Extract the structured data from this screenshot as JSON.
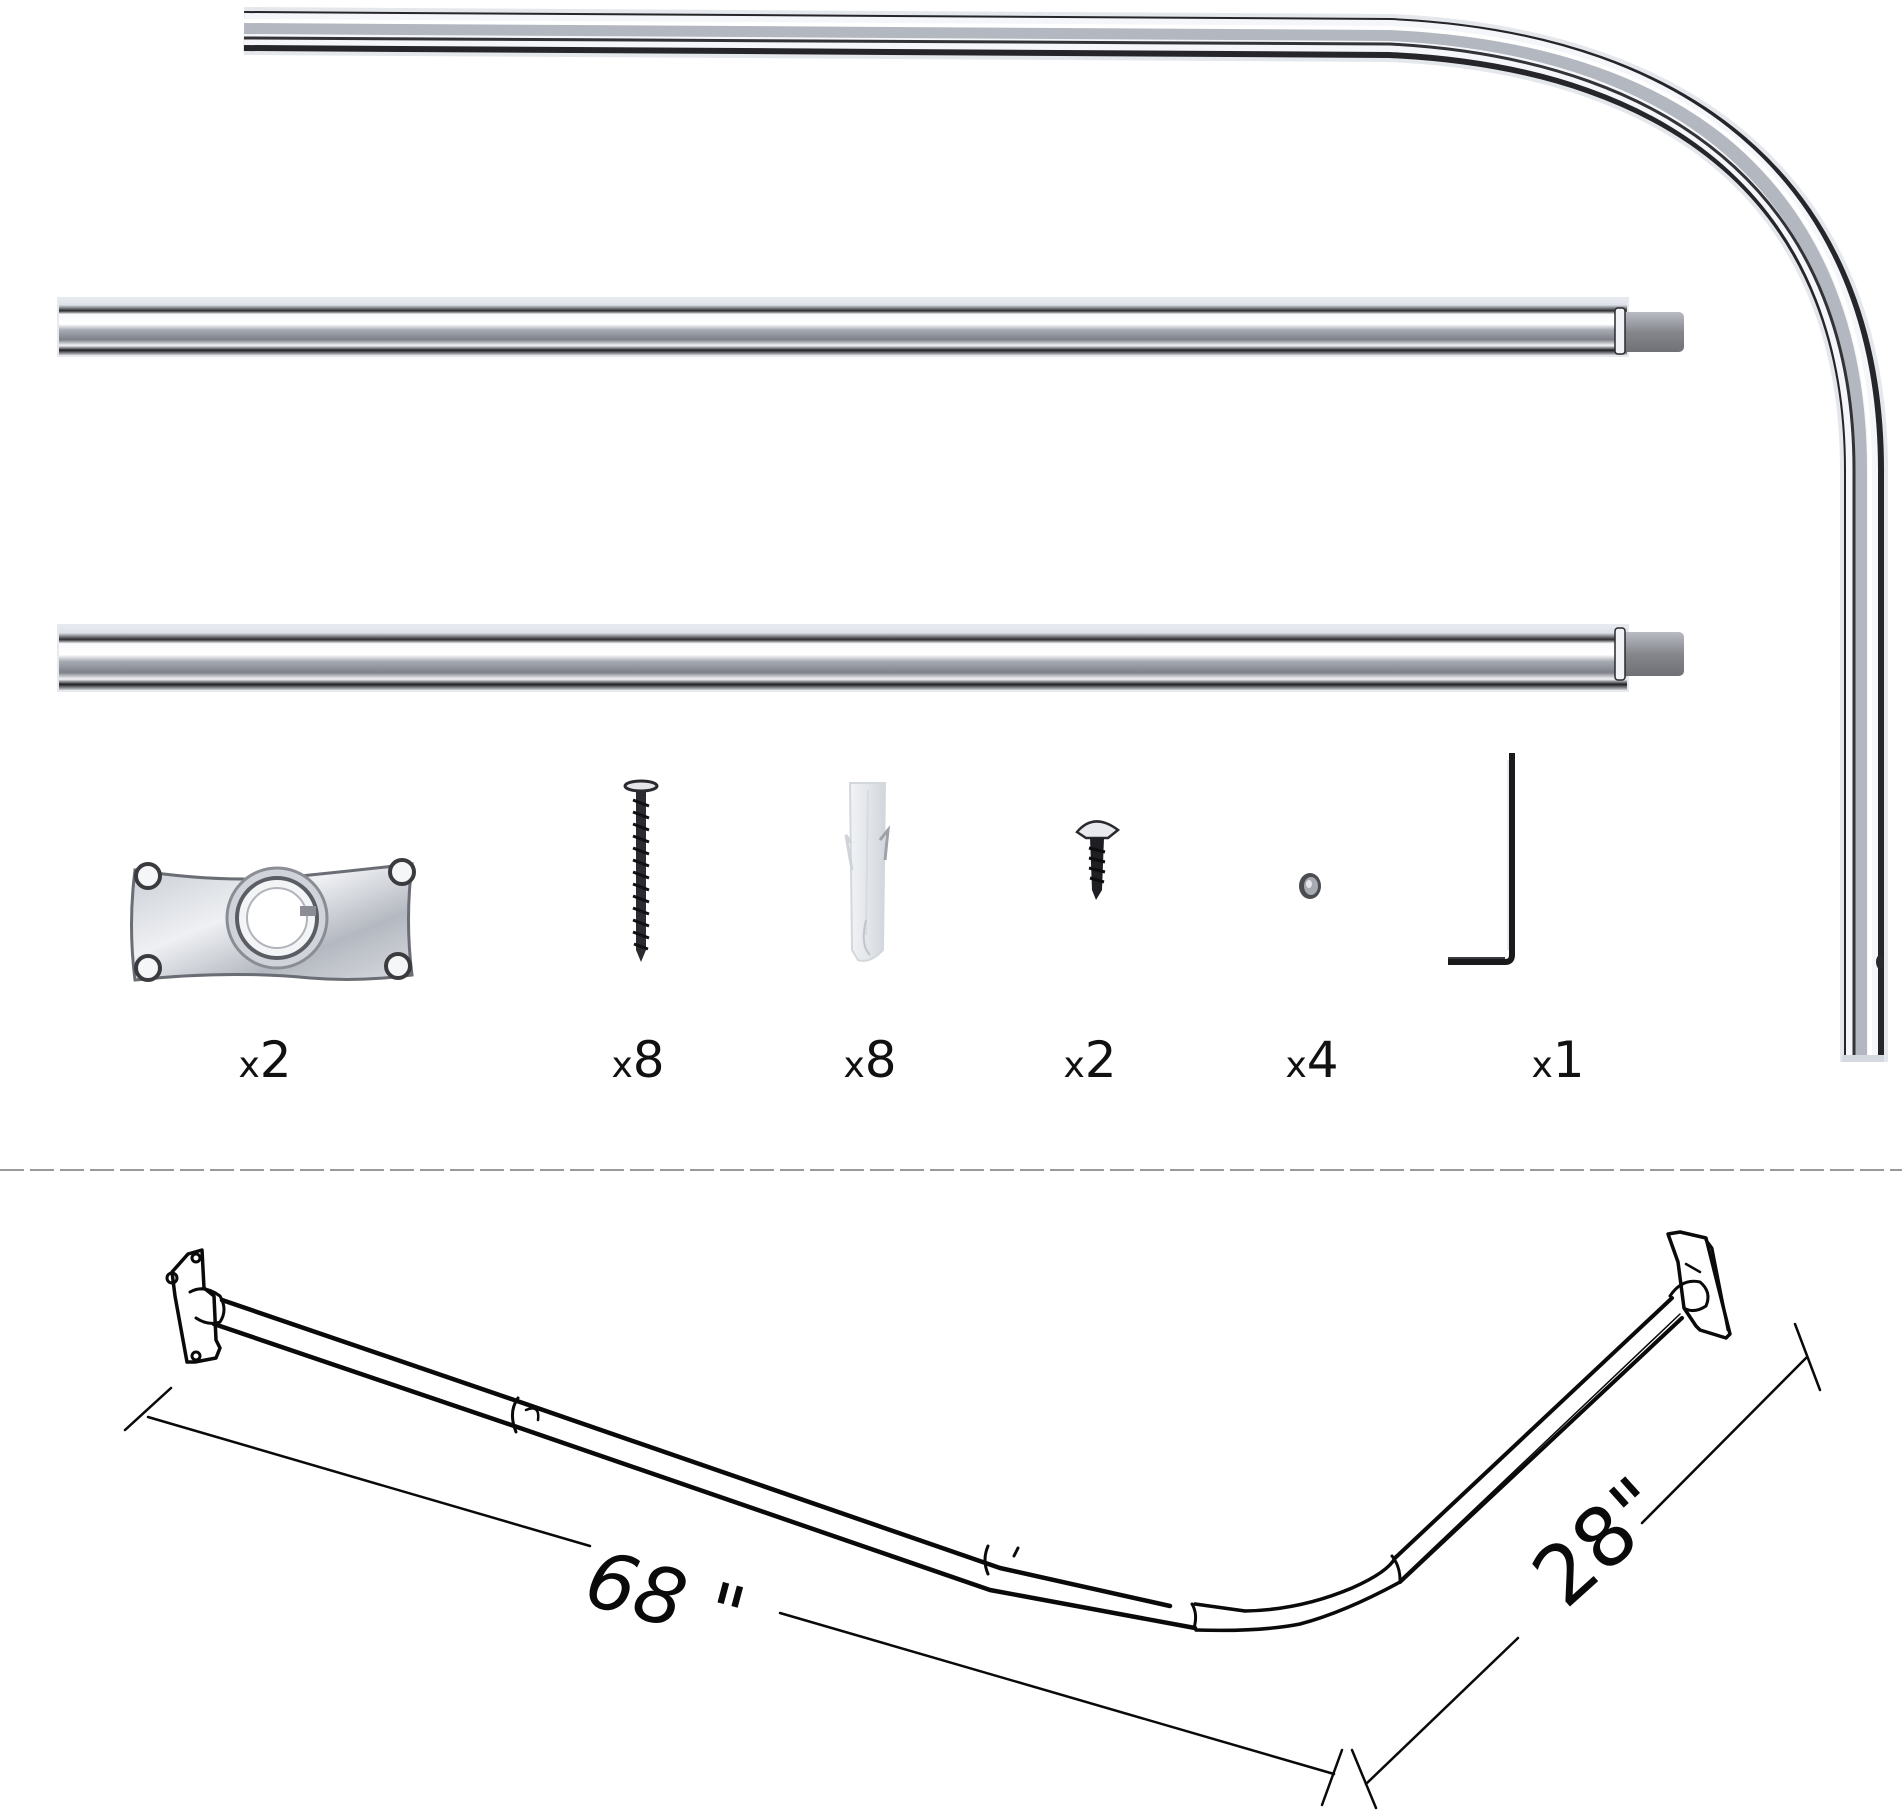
{
  "title": "L-shaped shower curtain rod parts kit",
  "colors": {
    "background": "#ffffff",
    "chrome_light": "#f2f4f8",
    "chrome_mid": "#b8bcc4",
    "chrome_dark": "#2a2a2e",
    "end_cap": "#8a8b90",
    "line_art": "#0a0a0a",
    "divider": "#9a9a9a"
  },
  "parts": {
    "rods": [
      {
        "name": "curved-corner-rod",
        "description": "L-shaped curved chrome rod"
      },
      {
        "name": "straight-rod-1",
        "description": "Straight chrome extension rod with end cap"
      },
      {
        "name": "straight-rod-2",
        "description": "Straight chrome extension rod with end cap"
      }
    ],
    "hardware": [
      {
        "name": "wall-flange",
        "icon": "wall-flange-icon",
        "quantity_prefix": "x",
        "quantity": "2"
      },
      {
        "name": "long-screw",
        "icon": "long-screw-icon",
        "quantity_prefix": "x",
        "quantity": "8"
      },
      {
        "name": "wall-anchor",
        "icon": "wall-anchor-icon",
        "quantity_prefix": "x",
        "quantity": "8"
      },
      {
        "name": "short-screw",
        "icon": "short-screw-icon",
        "quantity_prefix": "x",
        "quantity": "2"
      },
      {
        "name": "set-screw",
        "icon": "set-screw-icon",
        "quantity_prefix": "x",
        "quantity": "4"
      },
      {
        "name": "hex-key",
        "icon": "hex-key-icon",
        "quantity_prefix": "x",
        "quantity": "1"
      }
    ]
  },
  "diagram": {
    "long_side_label": "68 \"",
    "short_side_label": "28\""
  }
}
